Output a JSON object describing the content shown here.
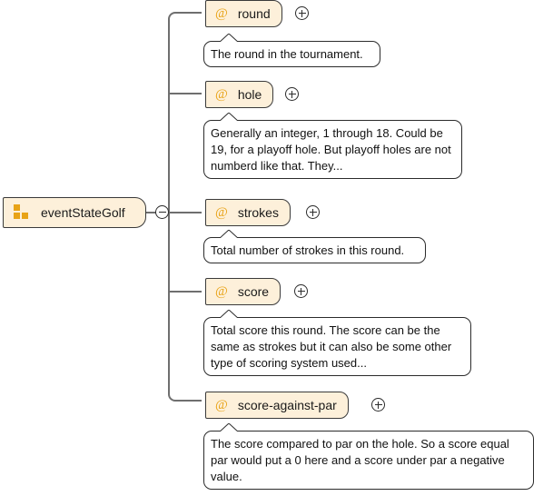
{
  "diagram": {
    "type": "xml-schema-tree",
    "root": {
      "name": "eventStateGolf",
      "icon": "element-icon",
      "toggle": "minus",
      "expanded": true
    },
    "attributes": [
      {
        "name": "round",
        "marker": "@",
        "toggle": "plus",
        "documentation": "The round in the tournament."
      },
      {
        "name": "hole",
        "marker": "@",
        "toggle": "plus",
        "documentation": "Generally an integer, 1 through 18. Could be 19, for a playoff hole. But playoff holes are not numberd like that. They..."
      },
      {
        "name": "strokes",
        "marker": "@",
        "toggle": "plus",
        "documentation": "Total number of strokes in this round."
      },
      {
        "name": "score",
        "marker": "@",
        "toggle": "plus",
        "documentation": "Total score this round. The score can be the same as strokes but it can also be some other type of scoring system used..."
      },
      {
        "name": "score-against-par",
        "marker": "@",
        "toggle": "plus",
        "documentation": "The score compared to par on the hole. So a score equal par would put a 0 here and a score under par a negative value."
      }
    ],
    "colors": {
      "node_fill": "#fdf0da",
      "node_border": "#3a3a3a",
      "icon_orange": "#e8a317",
      "connector": "#6f6f6f",
      "doc_fill": "#ffffff",
      "doc_border": "#2b2b2b",
      "text": "#111111"
    }
  }
}
